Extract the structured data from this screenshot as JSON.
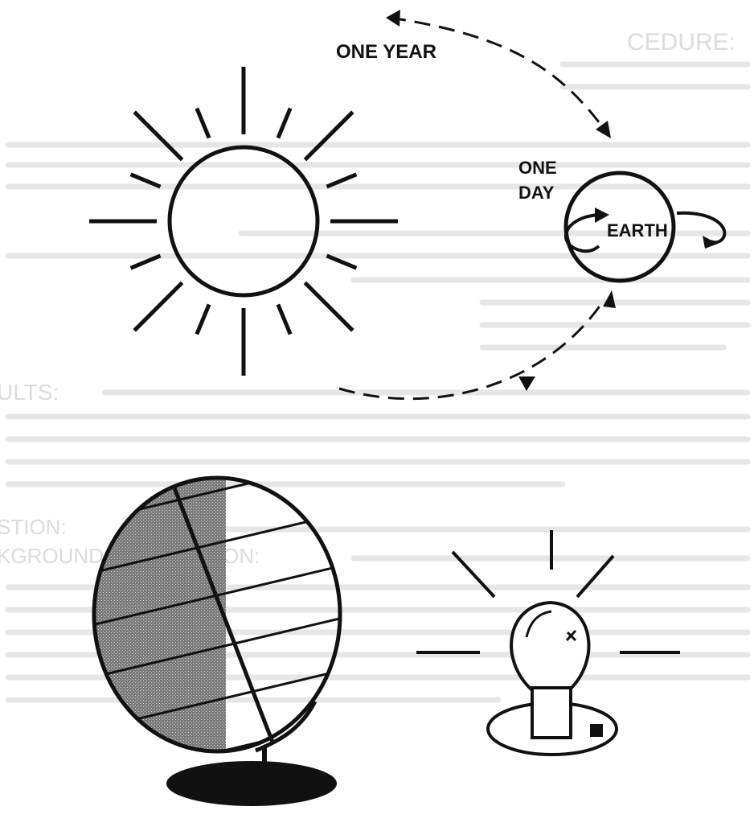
{
  "labels": {
    "one_year": "ONE YEAR",
    "one_day_line1": "ONE",
    "one_day_line2": "DAY",
    "earth": "EARTH"
  },
  "bleed_through": {
    "procedure": "CEDURE:",
    "results": "ULTS:",
    "question": "STION:",
    "background": "KGROUND INFORMATION:"
  },
  "icons": [
    "sun-icon",
    "earth-icon",
    "globe-icon",
    "light-bulb-icon"
  ]
}
